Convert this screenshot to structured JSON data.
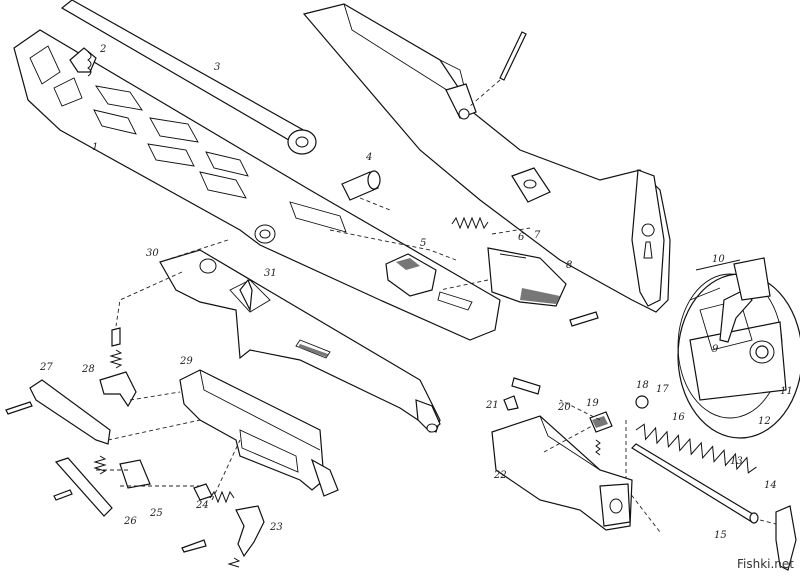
{
  "diagram": {
    "labels": [
      "1",
      "2",
      "3",
      "4",
      "5",
      "6",
      "7",
      "8",
      "9",
      "10",
      "11",
      "12",
      "13",
      "14",
      "15",
      "16",
      "17",
      "18",
      "19",
      "20",
      "21",
      "22",
      "23",
      "24",
      "25",
      "26",
      "27",
      "28",
      "29",
      "30",
      "31"
    ]
  },
  "watermark": "Fishki.net"
}
